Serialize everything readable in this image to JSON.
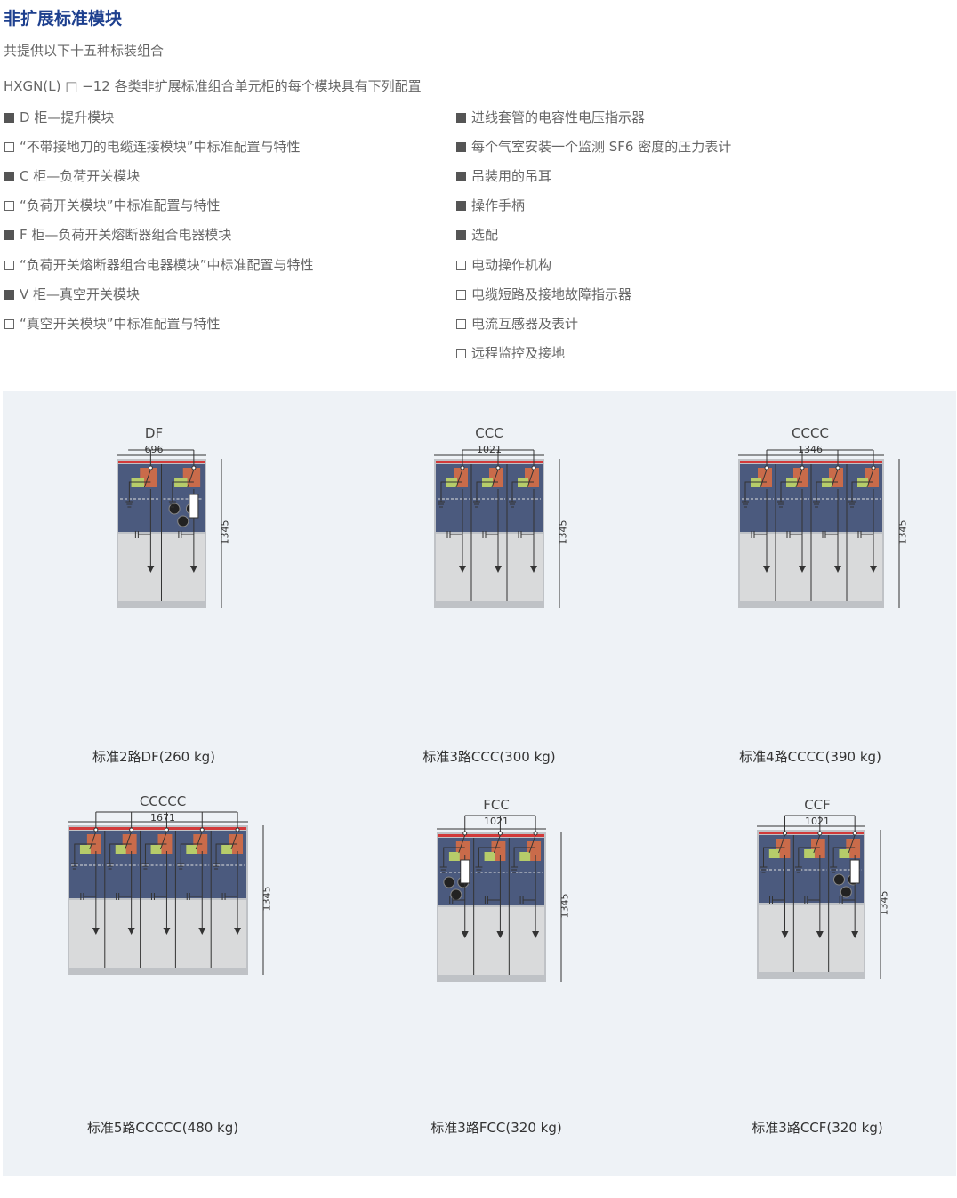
{
  "title": "非扩展标准模块",
  "subtitle": "共提供以下十五种标装组合",
  "intro": "HXGN(L) □ −12 各类非扩展标准组合单元柜的每个模块具有下列配置",
  "left_items": [
    {
      "filled": true,
      "text": "D 柜—提升模块"
    },
    {
      "filled": false,
      "text": "“不带接地刀的电缆连接模块”中标准配置与特性"
    },
    {
      "filled": true,
      "text": "C 柜—负荷开关模块"
    },
    {
      "filled": false,
      "text": "“负荷开关模块”中标准配置与特性"
    },
    {
      "filled": true,
      "text": "F 柜—负荷开关熔断器组合电器模块"
    },
    {
      "filled": false,
      "text": "“负荷开关熔断器组合电器模块”中标准配置与特性"
    },
    {
      "filled": true,
      "text": "V 柜—真空开关模块"
    },
    {
      "filled": false,
      "text": "“真空开关模块”中标准配置与特性"
    }
  ],
  "right_items": [
    {
      "filled": true,
      "text": "进线套管的电容性电压指示器"
    },
    {
      "filled": true,
      "text": "每个气室安装一个监测 SF6 密度的压力表计"
    },
    {
      "filled": true,
      "text": "吊装用的吊耳"
    },
    {
      "filled": true,
      "text": "操作手柄"
    },
    {
      "filled": true,
      "text": "选配"
    },
    {
      "filled": false,
      "text": "电动操作机构"
    },
    {
      "filled": false,
      "text": "电缆短路及接地故障指示器"
    },
    {
      "filled": false,
      "text": "电流互感器及表计"
    },
    {
      "filled": false,
      "text": "远程监控及接地"
    }
  ],
  "units": [
    {
      "name": "DF",
      "width": "696",
      "height": "1345",
      "caption": "标准2路DF(260 kg)"
    },
    {
      "name": "CCC",
      "width": "1021",
      "height": "1345",
      "caption": "标准3路CCC(300 kg)"
    },
    {
      "name": "CCCC",
      "width": "1346",
      "height": "1345",
      "caption": "标准4路CCCC(390 kg)"
    },
    {
      "name": "CCCCC",
      "width": "1671",
      "height": "1345",
      "caption": "标准5路CCCCC(480 kg)"
    },
    {
      "name": "FCC",
      "width": "1021",
      "height": "1345",
      "caption": "标准3路FCC(320 kg)"
    },
    {
      "name": "CCF",
      "width": "1021",
      "height": "1345",
      "caption": "标准3路CCF(320 kg)"
    }
  ],
  "colors": {
    "title": "#1d3f8e",
    "cabinet_top": "#4b5a7e",
    "cabinet_bottom": "#d9dadb",
    "red_bar": "#d23a3a",
    "panel": "#eef2f6"
  }
}
